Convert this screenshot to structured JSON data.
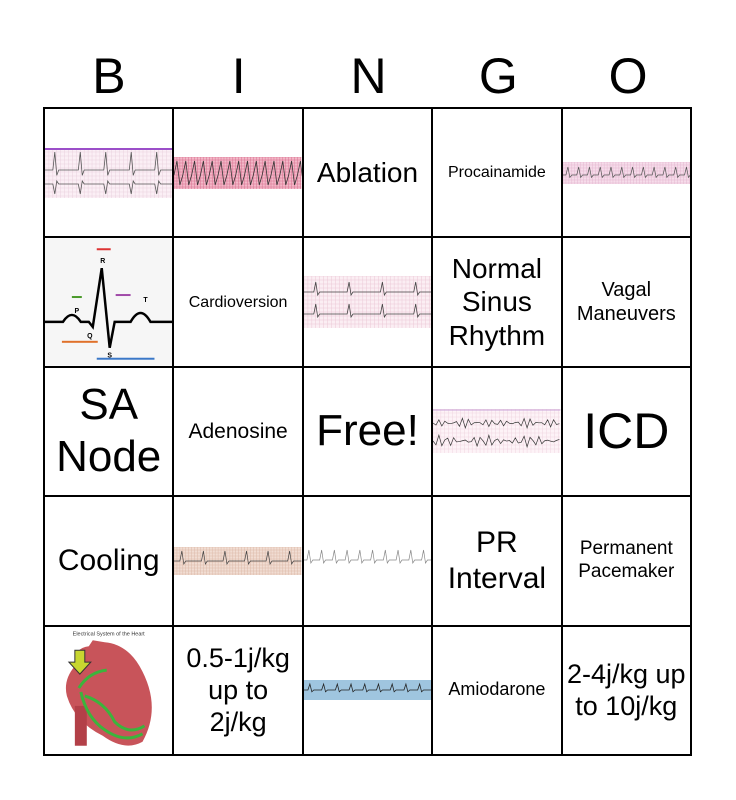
{
  "header": [
    "B",
    "I",
    "N",
    "G",
    "O"
  ],
  "cells": [
    {
      "type": "ecg",
      "icon": "ecg-strip-atrial-flutter-icon",
      "style": "purple"
    },
    {
      "type": "ecg",
      "icon": "ecg-strip-ventricular-tachycardia-icon",
      "style": "redfast"
    },
    {
      "type": "text",
      "text": "Ablation",
      "size": 28
    },
    {
      "type": "text",
      "text": "Procainamide",
      "size": 16
    },
    {
      "type": "ecg",
      "icon": "ecg-strip-svt-icon",
      "style": "pinkthin"
    },
    {
      "type": "pqrst",
      "icon": "pqrst-waveform-diagram-icon",
      "labels": [
        "P",
        "Q",
        "R",
        "S",
        "T"
      ]
    },
    {
      "type": "text",
      "text": "Cardioversion",
      "size": 16
    },
    {
      "type": "ecg",
      "icon": "ecg-strip-sinus-icon",
      "style": "pinktwo"
    },
    {
      "type": "text",
      "text": "Normal Sinus Rhythm",
      "size": 28
    },
    {
      "type": "text",
      "text": "Vagal Maneuvers",
      "size": 20
    },
    {
      "type": "text",
      "text": "SA Node",
      "size": 44
    },
    {
      "type": "text",
      "text": "Adenosine",
      "size": 21
    },
    {
      "type": "text",
      "text": "Free!",
      "size": 44
    },
    {
      "type": "ecg",
      "icon": "ecg-strip-ventricular-fibrillation-icon",
      "style": "vfib"
    },
    {
      "type": "text",
      "text": "ICD",
      "size": 50
    },
    {
      "type": "text",
      "text": "Cooling",
      "size": 30
    },
    {
      "type": "ecg",
      "icon": "ecg-strip-first-degree-block-icon",
      "style": "beige"
    },
    {
      "type": "ecg",
      "icon": "ecg-strip-heart-block-icon",
      "style": "gray"
    },
    {
      "type": "text",
      "text": "PR Interval",
      "size": 30
    },
    {
      "type": "text",
      "text": "Permanent Pacemaker",
      "size": 19
    },
    {
      "type": "heart",
      "icon": "heart-conduction-system-icon",
      "caption": "Electrical System of the Heart"
    },
    {
      "type": "text",
      "text": "0.5-1j/kg up to 2j/kg",
      "size": 27
    },
    {
      "type": "ecg",
      "icon": "ecg-strip-sinus-pause-icon",
      "style": "blue"
    },
    {
      "type": "text",
      "text": "Amiodarone",
      "size": 18
    },
    {
      "type": "text",
      "text": "2-4j/kg up to 10j/kg",
      "size": 27
    }
  ]
}
